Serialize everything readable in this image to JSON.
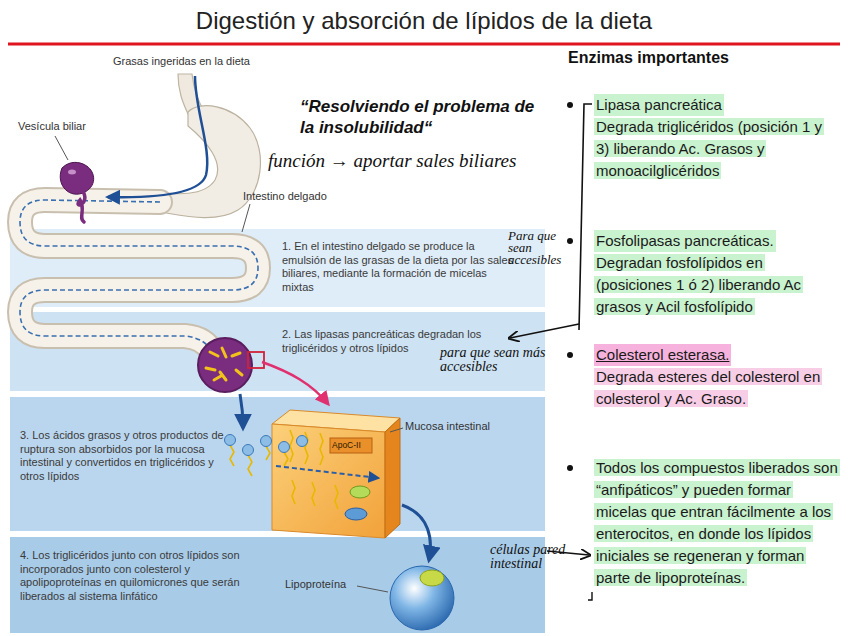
{
  "diagram": {
    "title": "Digestión y absorción de lípidos de la dieta",
    "nodes": [
      {
        "text": [
          "1. En el intestino delgado se produce la emulsión de las grasas de la dieta por las sales biliares, mediante la formación de micelas mixtas"
        ]
      },
      {
        "text": [
          "2. Las lipasas pancreáticas degradan los triglicéridos y otros lípidos"
        ]
      },
      {
        "text": [
          "3. Los ácidos grasos y otros productos de ruptura son absorbidos por la mucosa intestinal y convertidos en triglicéridos y otros lípidos"
        ]
      },
      {
        "text": [
          "4. Los triglicéridos junto con otros lípidos son incorporados junto con colesterol y apolipoproteínas en quilomicrones que serán liberados al sistema linfático"
        ]
      }
    ],
    "labels": [
      "Grasas ingeridas en la dieta",
      "Vesícula biliar",
      "Intestino delgado",
      "“Resolviendo el problema de la insolubilidad“",
      "función → aportar sales biliares",
      "Para que sean accesibles",
      "para que sean más accesibles",
      "Mucosa intestinal",
      "ApoC-II",
      "Lipoproteína",
      "células pared intestinal",
      "Enzimas importantes",
      "Lipasa pancreática",
      "Degrada triglicéridos (posición 1 y 3) liberando Ac. Grasos y monoacilglicéridos",
      "Fosfolipasas pancreáticas.",
      "Degradan fosfolípidos en (posiciones 1 ó 2) liberando Ac grasos y Acil fosfolípido",
      "Colesterol esterasa.",
      "Degrada esteres del colesterol en colesterol y Ac. Graso.",
      "Todos los compuestos liberados son “anfipáticos” y pueden formar micelas que entran fácilmente a los enterocitos, en donde los lípidos iniciales se regeneran y forman parte de lipoproteínas."
    ]
  }
}
